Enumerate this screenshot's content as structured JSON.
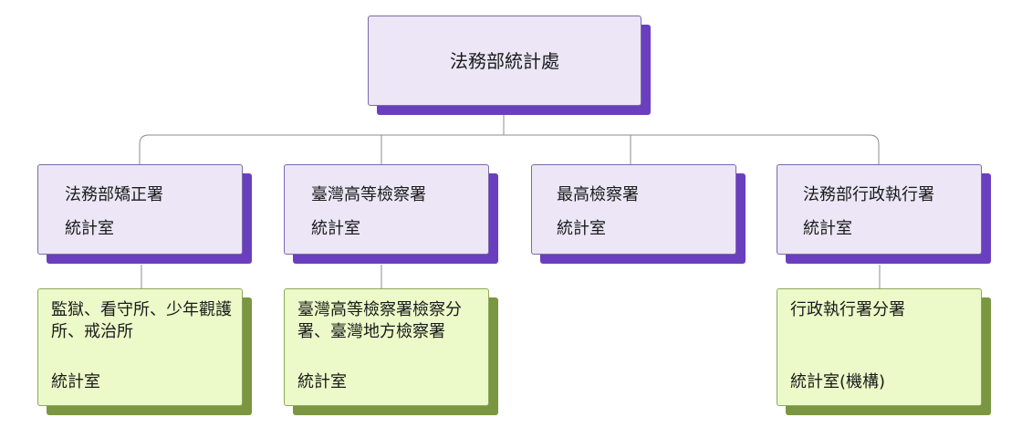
{
  "root": {
    "title": "法務部統計處"
  },
  "agencies": [
    {
      "name": "法務部矯正署",
      "unit": "統計室"
    },
    {
      "name": "臺灣高等檢察署",
      "unit": "統計室"
    },
    {
      "name": "最高檢察署",
      "unit": "統計室"
    },
    {
      "name": "法務部行政執行署",
      "unit": "統計室"
    }
  ],
  "subunits": [
    {
      "name": "監獄、看守所、少年觀護所、戒治所",
      "unit": "統計室"
    },
    {
      "name": "臺灣高等檢察署檢察分署、臺灣地方檢察署",
      "unit": "統計室"
    },
    {
      "name": "行政執行署分署",
      "unit": "統計室(機構)"
    }
  ],
  "colors": {
    "purple_fill": "#ece6f6",
    "purple_shadow": "#6a3fbf",
    "green_fill": "#ebfac8",
    "green_shadow": "#7a9640",
    "connector": "#8c8c8c"
  }
}
